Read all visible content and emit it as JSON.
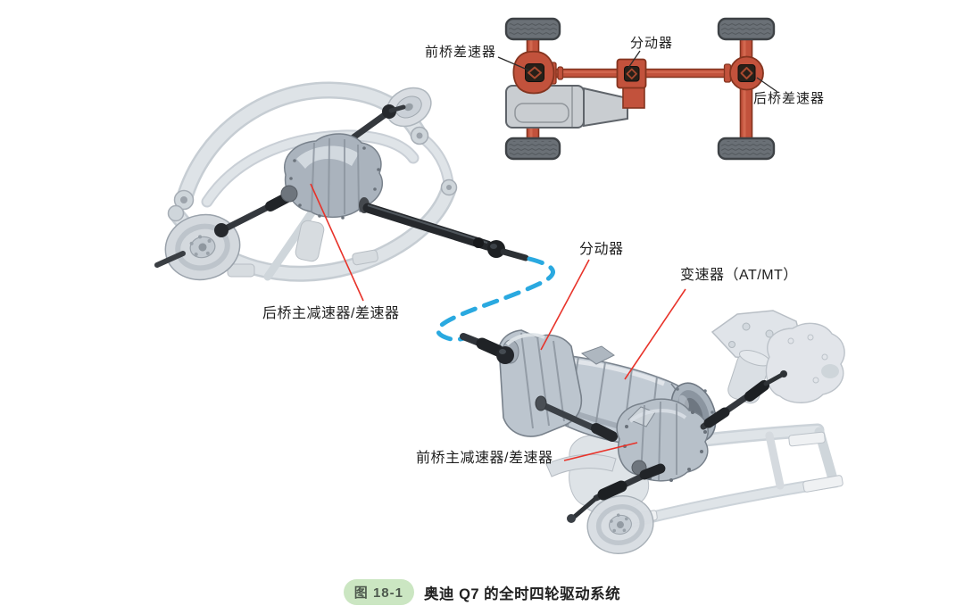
{
  "figure": {
    "caption_badge": "图 18-1",
    "caption_title": "奥迪 Q7 的全时四轮驱动系统"
  },
  "schematic": {
    "labels": {
      "front_differential": "前桥差速器",
      "transfer_case": "分动器",
      "rear_differential": "后桥差速器"
    },
    "colors": {
      "drivetrain_red": "#c2523c",
      "drivetrain_outline": "#84341f",
      "tire_gray": "#6a7076",
      "engine_gray": "#c9cdd1"
    }
  },
  "illustration": {
    "labels": {
      "rear_final_drive": "后桥主减速器/差速器",
      "transfer_case": "分动器",
      "transmission": "变速器（AT/MT）",
      "front_final_drive": "前桥主减速器/差速器"
    },
    "colors": {
      "leader_line_red": "#e8332a",
      "link_dash_blue": "#2aa9e0",
      "metal_silver": "#b8c1ca",
      "shaft_dark": "#2e3236"
    }
  }
}
